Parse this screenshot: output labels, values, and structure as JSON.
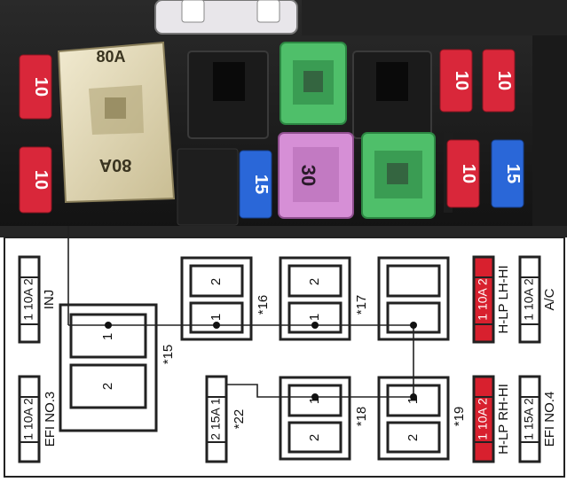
{
  "photo": {
    "maxi_fuse_labels": [
      "80A",
      "80A"
    ],
    "small_fuse_labels": [
      "10",
      "10",
      "15",
      "30",
      "10",
      "10",
      "10",
      "15"
    ]
  },
  "diagram": {
    "fuses": [
      {
        "id": "inj",
        "text": "1 10A 2",
        "name": "INJ"
      },
      {
        "id": "efi3",
        "text": "1 10A 2",
        "name": "EFI NO.3"
      },
      {
        "id": "ac",
        "text": "1 10A 2",
        "name": "A/C"
      },
      {
        "id": "hlp-lh",
        "text": "1 10A 2",
        "name": "H-LP LH-HI"
      },
      {
        "id": "hlp-rh",
        "text": "1 10A 2",
        "name": "H-LP RH-HI"
      },
      {
        "id": "efi4",
        "text": "1 15A 2",
        "name": "EFI NO.4"
      },
      {
        "id": "s22",
        "text": "2 15A 1",
        "name": "*22"
      }
    ],
    "relays": [
      {
        "id": "r15",
        "label": "*15",
        "pins": [
          "1",
          "2"
        ]
      },
      {
        "id": "r16",
        "label": "*16",
        "pins": [
          "2",
          "1"
        ]
      },
      {
        "id": "r17",
        "label": "*17",
        "pins": [
          "",
          ""
        ]
      },
      {
        "id": "r18",
        "label": "*18",
        "pins": [
          "1",
          "2"
        ]
      },
      {
        "id": "r19",
        "label": "*19",
        "pins": [
          "1",
          "2"
        ]
      }
    ]
  }
}
